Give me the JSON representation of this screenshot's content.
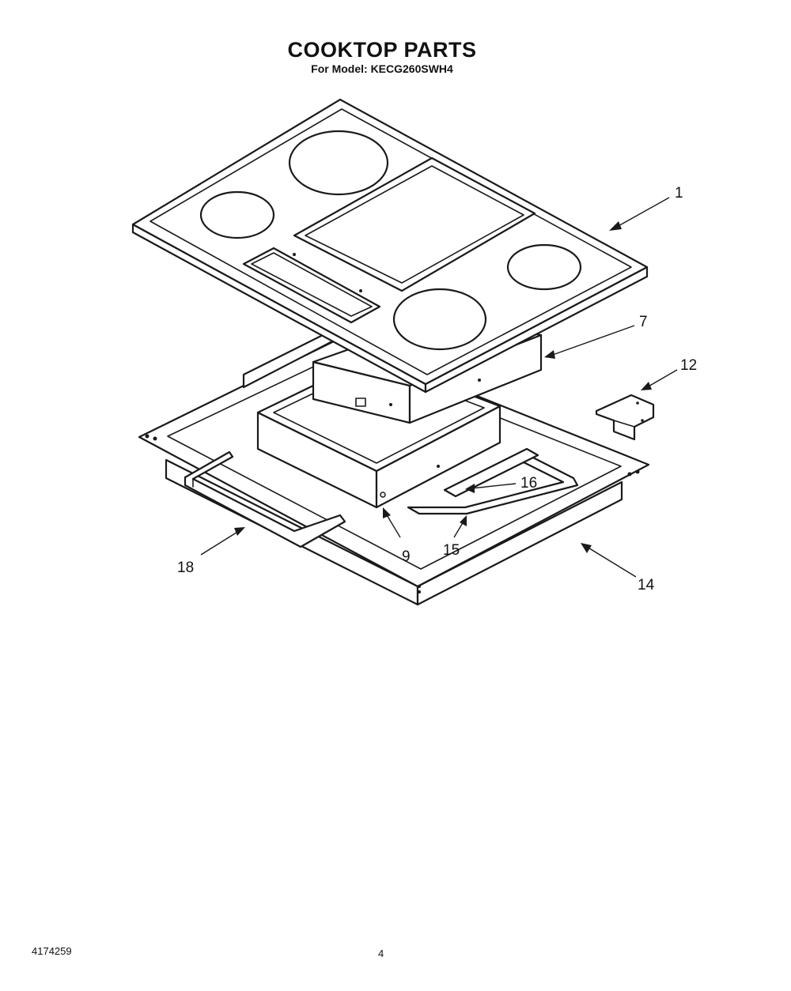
{
  "header": {
    "title": "COOKTOP PARTS",
    "subtitle": "For Model: KECG260SWH4"
  },
  "callouts": [
    {
      "id": "1",
      "label": "1"
    },
    {
      "id": "7",
      "label": "7"
    },
    {
      "id": "12",
      "label": "12"
    },
    {
      "id": "16",
      "label": "16"
    },
    {
      "id": "15",
      "label": "15"
    },
    {
      "id": "9",
      "label": "9"
    },
    {
      "id": "18",
      "label": "18"
    },
    {
      "id": "14",
      "label": "14"
    }
  ],
  "footer": {
    "doc_number": "4174259",
    "page_number": "4"
  }
}
